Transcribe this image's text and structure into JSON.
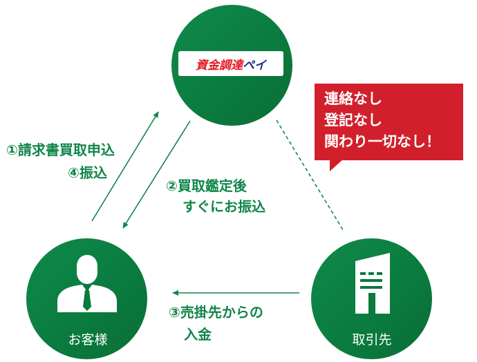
{
  "logo": {
    "part1": "資金調達",
    "part2": "ペイ"
  },
  "nodes": {
    "customer_label": "お客様",
    "partner_label": "取引先"
  },
  "bubble": {
    "line1": "連絡なし",
    "line2": "登記なし",
    "line3": "関わり一切なし！"
  },
  "steps": {
    "step1": "①請求書買取申込",
    "step4": "④振込",
    "step2_line1": "②買取鑑定後",
    "step2_line2": "すぐにお振込",
    "step3_line1": "③売掛先からの",
    "step3_line2": "入金"
  },
  "colors": {
    "green": "#0a7a3e",
    "text_green": "#10854a",
    "bubble_red": "#d1202c"
  },
  "icons": [
    "businessman-icon",
    "building-icon"
  ]
}
